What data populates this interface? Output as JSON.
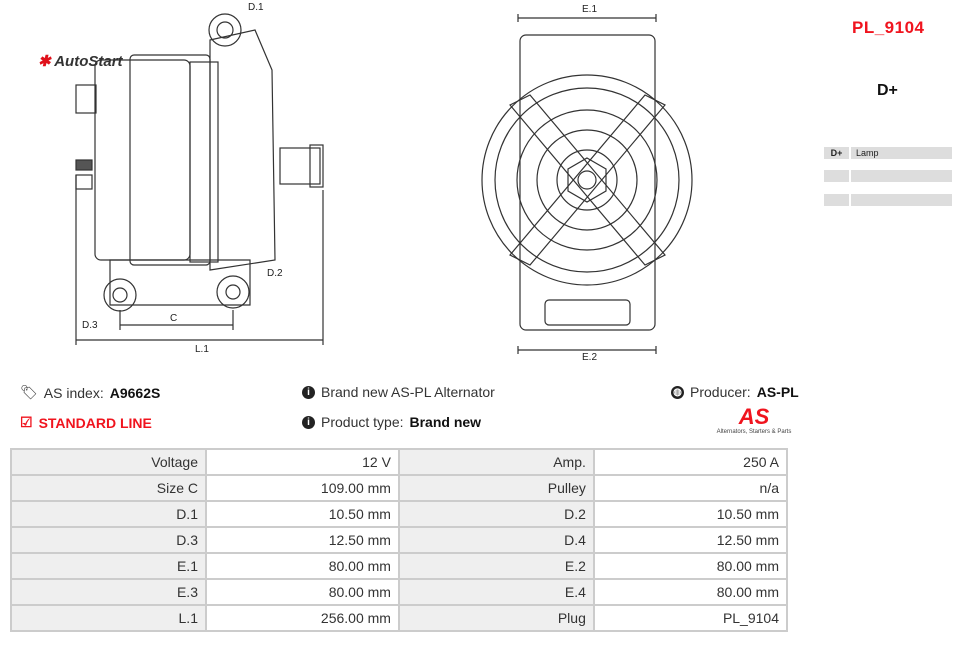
{
  "header": {
    "code": "PL_9104",
    "terminal": "D+"
  },
  "pins": [
    {
      "pin": "D+",
      "desc": "Lamp"
    },
    {
      "pin": "",
      "desc": ""
    },
    {
      "pin": "",
      "desc": ""
    }
  ],
  "drawing": {
    "labels": {
      "d1": "D.1",
      "d2": "D.2",
      "d3": "D.3",
      "c": "C",
      "l1": "L.1",
      "e1": "E.1",
      "e2": "E.2"
    }
  },
  "brand": {
    "name": "AutoStart",
    "as_logo": "AS",
    "as_tagline": "Alternators, Starters & Parts"
  },
  "info": {
    "as_index_label": "AS index:",
    "as_index": "A9662S",
    "line": "STANDARD LINE",
    "description": "Brand new AS-PL Alternator",
    "product_type_label": "Product type:",
    "product_type": "Brand new",
    "producer_label": "Producer:",
    "producer": "AS-PL"
  },
  "specs": [
    [
      "Voltage",
      "12 V",
      "Amp.",
      "250 A"
    ],
    [
      "Size C",
      "109.00 mm",
      "Pulley",
      "n/a"
    ],
    [
      "D.1",
      "10.50 mm",
      "D.2",
      "10.50 mm"
    ],
    [
      "D.3",
      "12.50 mm",
      "D.4",
      "12.50 mm"
    ],
    [
      "E.1",
      "80.00 mm",
      "E.2",
      "80.00 mm"
    ],
    [
      "E.3",
      "80.00 mm",
      "E.4",
      "80.00 mm"
    ],
    [
      "L.1",
      "256.00 mm",
      "Plug",
      "PL_9104"
    ]
  ],
  "colors": {
    "accent": "#f0141e"
  }
}
